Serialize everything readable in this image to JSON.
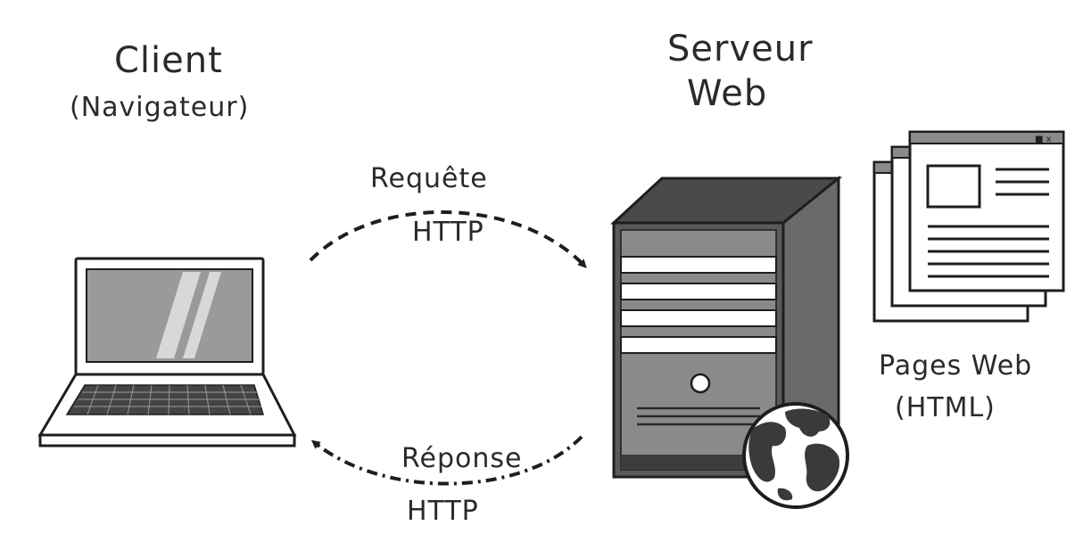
{
  "client": {
    "title": "Client",
    "subtitle": "(Navigateur)"
  },
  "server": {
    "title_line1": "Serveur",
    "title_line2": "Web"
  },
  "request": {
    "line1": "Requête",
    "line2": "HTTP"
  },
  "response": {
    "line1": "Réponse",
    "line2": "HTTP"
  },
  "pages": {
    "line1": "Pages Web",
    "line2": "(HTML)"
  },
  "icons": {
    "laptop": "laptop-icon",
    "server": "server-tower-icon",
    "globe": "globe-icon",
    "pages": "web-pages-icon",
    "request_arrow": "arrow-right-icon",
    "response_arrow": "arrow-left-icon"
  },
  "colors": {
    "ink": "#1e1e1e",
    "gray": "#9a9a9a",
    "dark_gray": "#555555",
    "white": "#ffffff"
  }
}
